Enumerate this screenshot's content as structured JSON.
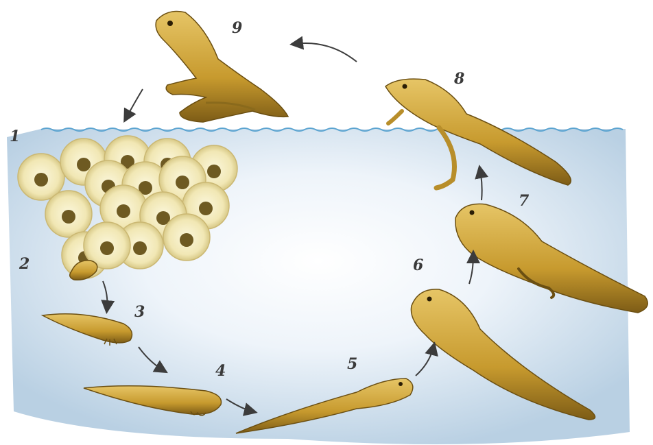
{
  "diagram": {
    "stages": [
      {
        "id": "egg-mass",
        "label": "1"
      },
      {
        "id": "hatchling",
        "label": "2"
      },
      {
        "id": "early-tadpole",
        "label": "3"
      },
      {
        "id": "tadpole-gills",
        "label": "4"
      },
      {
        "id": "tadpole",
        "label": "5"
      },
      {
        "id": "tadpole-large",
        "label": "6"
      },
      {
        "id": "tadpole-hind-legs",
        "label": "7"
      },
      {
        "id": "froglet",
        "label": "8"
      },
      {
        "id": "adult-frog",
        "label": "9"
      }
    ],
    "colors": {
      "water_top": "#bcd3e6",
      "water_mid": "#e9f1f8",
      "water_line": "#5aa3d0",
      "body_light": "#d9b44a",
      "body_dark": "#8a6a1c",
      "egg_jelly": "#f4eec4",
      "egg_yolk": "#6e5a22",
      "arrow": "#3c3c3c"
    }
  }
}
